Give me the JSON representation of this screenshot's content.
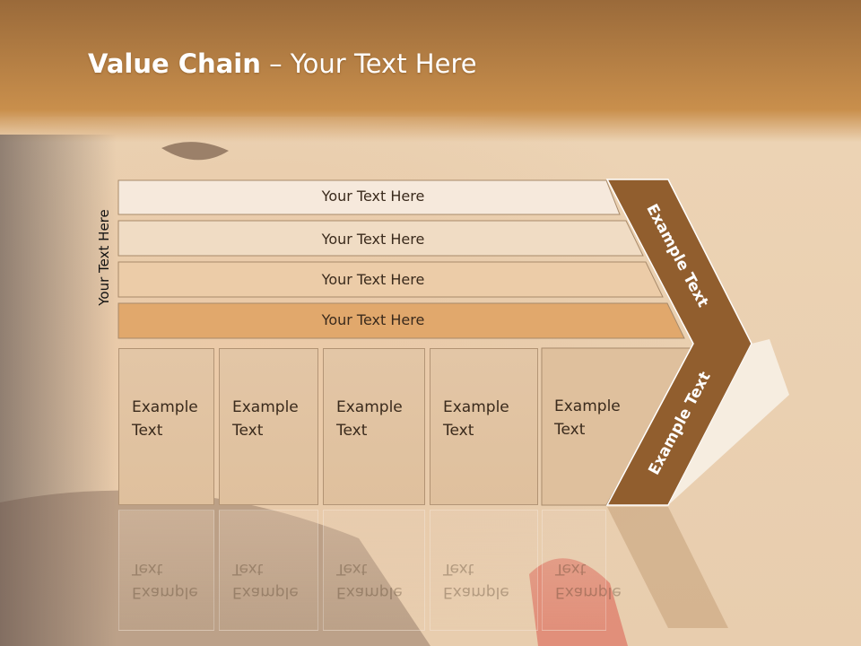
{
  "title": {
    "bold": "Value Chain",
    "rest": " – Your Text Here"
  },
  "side_label": "Your Text Here",
  "rows": [
    {
      "label": "Your Text Here",
      "color": "#f6e9dc"
    },
    {
      "label": "Your Text Here",
      "color": "#f0dcc4"
    },
    {
      "label": "Your Text Here",
      "color": "#eccca8"
    },
    {
      "label": "Your Text Here",
      "color": "#e1a86c"
    }
  ],
  "boxes": [
    {
      "line1": "Example",
      "line2": "Text"
    },
    {
      "line1": "Example",
      "line2": "Text"
    },
    {
      "line1": "Example",
      "line2": "Text"
    },
    {
      "line1": "Example",
      "line2": "Text"
    },
    {
      "line1": "Example",
      "line2": "Text"
    }
  ],
  "arrow": {
    "upper_label": "Example Text",
    "lower_label": "Example Text",
    "color": "#915e2e"
  },
  "colors": {
    "top_band": "#c9873a",
    "background": "#e9cfb0"
  }
}
